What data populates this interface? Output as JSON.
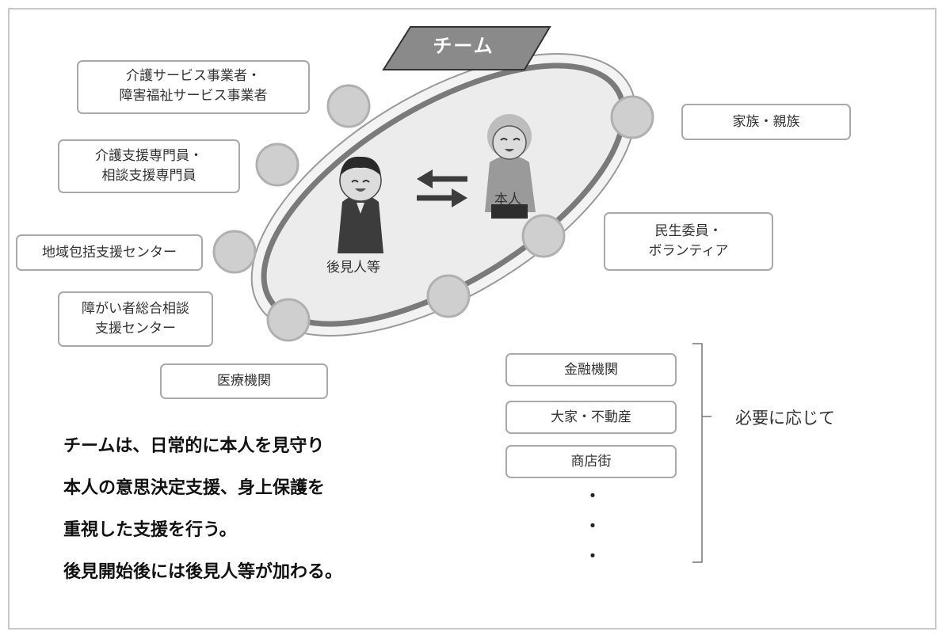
{
  "title": "チーム",
  "center": {
    "person_label": "本人",
    "guardian_label": "後見人等"
  },
  "members_left": [
    [
      "介護サービス事業者・",
      "障害福祉サービス事業者"
    ],
    [
      "介護支援専門員・",
      "相談支援専門員"
    ],
    [
      "地域包括支援センター"
    ],
    [
      "障がい者総合相談",
      "支援センター"
    ],
    [
      "医療機関"
    ]
  ],
  "members_right": [
    [
      "家族・親族"
    ],
    [
      "民生委員・",
      "ボランティア"
    ]
  ],
  "optional_members": [
    "金融機関",
    "大家・不動産",
    "商店街"
  ],
  "optional_ellipsis": [
    "・",
    "・",
    "・"
  ],
  "optional_note": "必要に応じて",
  "description_lines": [
    "チームは、日常的に本人を見守り",
    "本人の意思決定支援、身上保護を",
    "重視した支援を行う。",
    "後見開始後には後見人等が加わる。"
  ],
  "colors": {
    "ring": "#7a7a7a",
    "ellipse_fill": "#ececec",
    "node": "#cfcfcf",
    "title_fill": "#8a8a8a",
    "box_border": "#a9a9a9"
  }
}
